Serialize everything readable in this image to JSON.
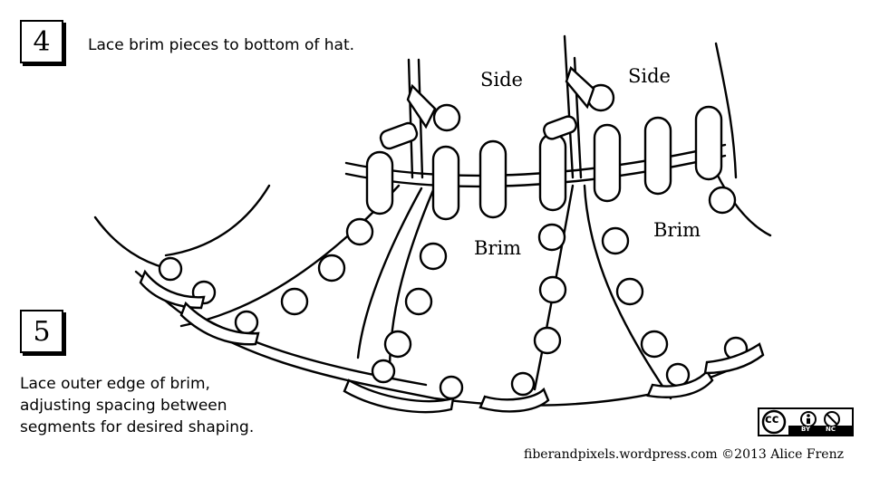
{
  "steps": [
    {
      "number": "4",
      "text": "Lace brim pieces to bottom of hat."
    },
    {
      "number": "5",
      "text_lines": [
        "Lace outer edge of brim,",
        "adjusting spacing between",
        "segments for desired shaping."
      ]
    }
  ],
  "labels": {
    "side_left": "Side",
    "side_right": "Side",
    "brim_center": "Brim",
    "brim_right": "Brim"
  },
  "license": {
    "cc": "cc",
    "by": "BY",
    "nc": "NC"
  },
  "credit": "fiberandpixels.wordpress.com ©2013 Alice Frenz"
}
